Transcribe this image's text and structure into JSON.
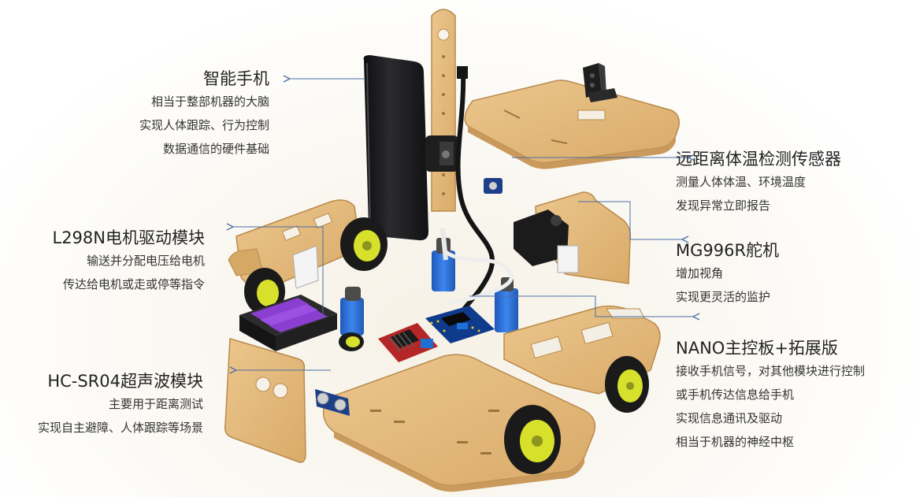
{
  "callouts": {
    "phone": {
      "title": "智能手机",
      "lines": [
        "相当于整部机器的大脑",
        "实现人体跟踪、行为控制",
        "数据通信的硬件基础"
      ]
    },
    "temp_sensor": {
      "title": "远距离体温检测传感器",
      "lines": [
        "测量人体体温、环境温度",
        "发现异常立即报告"
      ]
    },
    "l298n": {
      "title": "L298N电机驱动模块",
      "lines": [
        "输送并分配电压给电机",
        "传达给电机或走或停等指令"
      ]
    },
    "servo": {
      "title": "MG996R舵机",
      "lines": [
        "增加视角",
        "实现更灵活的监护"
      ]
    },
    "nano": {
      "title": "NANO主控板+拓展版",
      "lines": [
        "接收手机信号，对其他模块进行控制",
        "或手机传达信息给手机",
        "实现信息通讯及驱动",
        "相当于机器的神经中枢"
      ]
    },
    "ultrasonic": {
      "title": "HC-SR04超声波模块",
      "lines": [
        "主要用于距离测试",
        "实现自主避障、人体跟踪等场景"
      ]
    }
  },
  "colors": {
    "arrow": "#4a6fa5",
    "plywood": "#e2b77a",
    "plywood_edge": "#b98a4c",
    "motor_blue": "#2f6fd6",
    "wheel_yellow": "#d7e02a",
    "battery_purple": "#8a3fd1",
    "phone_black": "#1b1b1d"
  }
}
